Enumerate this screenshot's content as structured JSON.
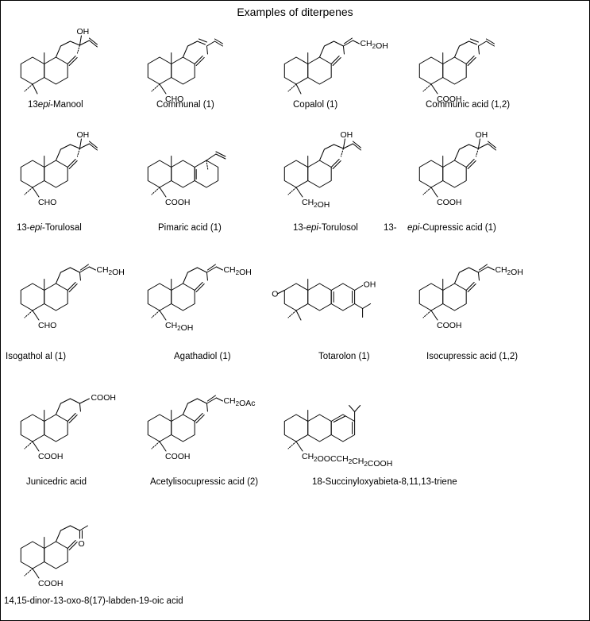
{
  "title": "Examples of diterpenes",
  "compounds": [
    {
      "row": 0,
      "col": 0,
      "caption": "13epi-Manool",
      "parts": [
        {
          "t": "13"
        },
        {
          "t": "epi",
          "i": true
        },
        {
          "t": "-Manool"
        }
      ],
      "c4": "",
      "tail": "oh-vinyl"
    },
    {
      "row": 0,
      "col": 1,
      "caption": "Communal (1)",
      "parts": [
        {
          "t": "Communal (1)"
        }
      ],
      "c4": "CHO",
      "tail": "diene"
    },
    {
      "row": 0,
      "col": 2,
      "caption": "Copalol (1)",
      "parts": [
        {
          "t": "Copalol (1)"
        }
      ],
      "c4": "",
      "tail": "allyl-oh"
    },
    {
      "row": 0,
      "col": 3,
      "caption": "Communic  acid (1,2)",
      "parts": [
        {
          "t": "Communic  acid (1,2)"
        }
      ],
      "c4": "COOH",
      "tail": "diene"
    },
    {
      "row": 1,
      "col": 0,
      "caption": "13-epi-Torulosal",
      "parts": [
        {
          "t": "13-"
        },
        {
          "t": "epi",
          "i": true
        },
        {
          "t": "-Torulosal"
        }
      ],
      "c4": "CHO",
      "tail": "oh-vinyl"
    },
    {
      "row": 1,
      "col": 1,
      "caption": "Pimaric acid (1)",
      "parts": [
        {
          "t": "Pimaric acid (1)"
        }
      ],
      "c4": "COOH",
      "tail": "pimaric"
    },
    {
      "row": 1,
      "col": 2,
      "caption": "13-epi-Torulosol",
      "parts": [
        {
          "t": "13-"
        },
        {
          "t": "epi",
          "i": true
        },
        {
          "t": "-Torulosol"
        }
      ],
      "c4": "CH2OH",
      "tail": "oh-vinyl"
    },
    {
      "row": 1,
      "col": 3,
      "caption": "epi-Cupressic acid (1)",
      "parts": [
        {
          "t": "epi",
          "i": true
        },
        {
          "t": "-Cupressic acid (1)"
        }
      ],
      "c4": "COOH",
      "tail": "oh-vinyl",
      "prefix": "13-"
    },
    {
      "row": 2,
      "col": 0,
      "caption": "Isogathol al (1)",
      "parts": [
        {
          "t": "Isogathol al (1)"
        }
      ],
      "c4": "CHO",
      "tail": "allyl-oh"
    },
    {
      "row": 2,
      "col": 1,
      "caption": "Agathadiol (1)",
      "parts": [
        {
          "t": "Agathadiol (1)"
        }
      ],
      "c4": "CH2OH",
      "tail": "allyl-oh"
    },
    {
      "row": 2,
      "col": 2,
      "caption": "Totarolon (1)",
      "parts": [
        {
          "t": "Totarolon (1)"
        }
      ],
      "c4": "",
      "tail": "totarolon"
    },
    {
      "row": 2,
      "col": 3,
      "caption": "Isocupressic acid (1,2)",
      "parts": [
        {
          "t": "Isocupressic acid (1,2)"
        }
      ],
      "c4": "COOH",
      "tail": "allyl-oh"
    },
    {
      "row": 3,
      "col": 0,
      "caption": "Junicedric acid",
      "parts": [
        {
          "t": "Junicedric acid"
        }
      ],
      "c4": "COOH",
      "tail": "junicedric"
    },
    {
      "row": 3,
      "col": 1,
      "caption": "Acetylisocupressic acid (2)",
      "parts": [
        {
          "t": "Acetylisocupressic acid (2)"
        }
      ],
      "c4": "COOH",
      "tail": "allyl-oac"
    },
    {
      "row": 3,
      "col": 2,
      "caption": "18-Succinyloxyabieta-8,11,13-triene",
      "parts": [
        {
          "t": "18-Succinyloxyabieta-8,11,13-triene"
        }
      ],
      "c4": "CH2OOCCH2CH2COOH",
      "tail": "abietatriene"
    },
    {
      "row": 4,
      "col": 0,
      "caption": "14,15-dinor-13-oxo-8(17)-labden-19-oic acid",
      "parts": [
        {
          "t": "14,15-dinor-13-oxo-8(17)-labden-19-oic acid"
        }
      ],
      "c4": "COOH",
      "tail": "keto"
    }
  ],
  "atom_labels": {
    "oh": "OH",
    "ch2oh": "CH2OH",
    "ch2oac": "CH2OAc",
    "cooh": "COOH",
    "ketone_o": "O"
  }
}
